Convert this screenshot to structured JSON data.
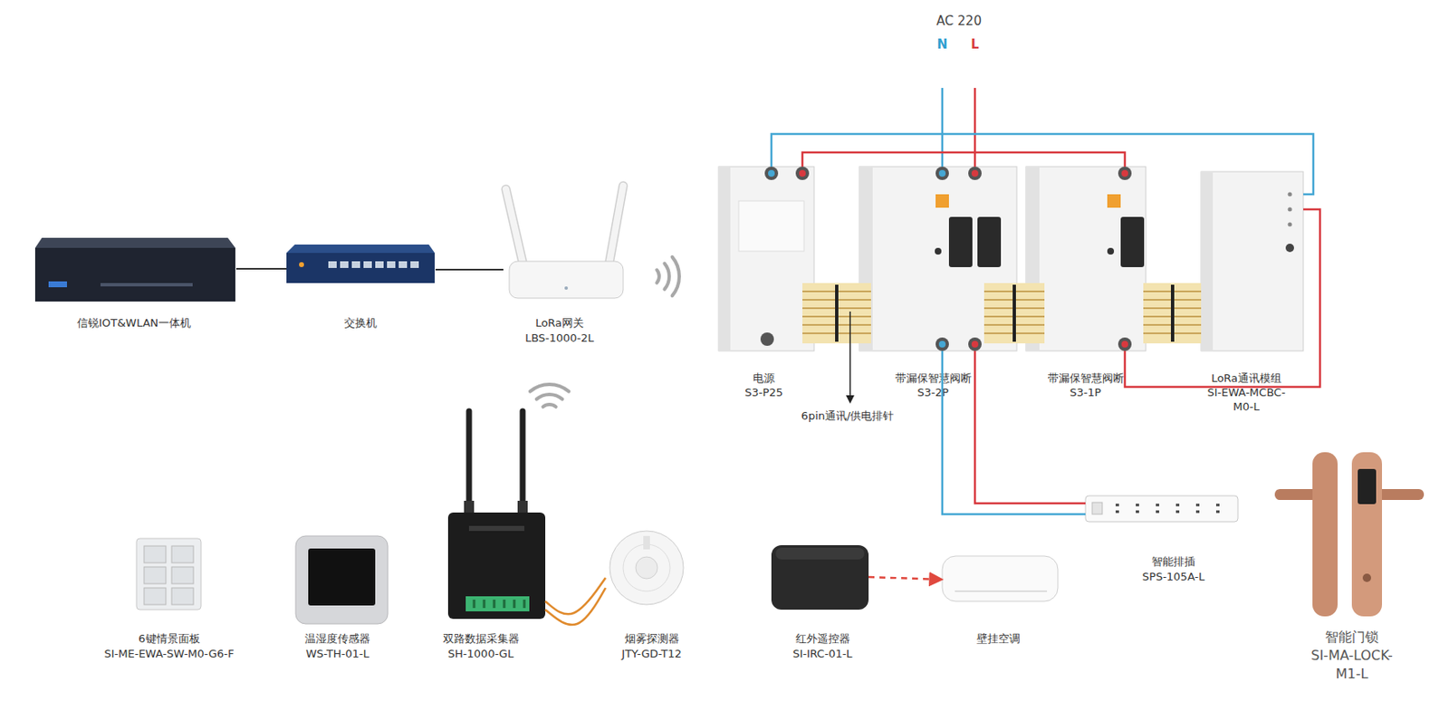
{
  "diagram": {
    "nodes": [
      {
        "text": [
          "信锐IOT&WLAN一体机"
        ]
      },
      {
        "text": [
          "交换机"
        ]
      },
      {
        "text": [
          "LoRa网关",
          "LBS-1000-2L"
        ]
      },
      {
        "text": [
          "电源",
          "S3-P25"
        ]
      },
      {
        "text": [
          "带漏保智慧阀断",
          "S3-2P"
        ]
      },
      {
        "text": [
          "带漏保智慧阀断",
          "S3-1P"
        ]
      },
      {
        "text": [
          "LoRa通讯模组",
          "SI-EWA-MCBC- M0-L"
        ]
      },
      {
        "text": [
          "6键情景面板",
          "SI-ME-EWA-SW-M0-G6-F"
        ]
      },
      {
        "text": [
          "温湿度传感器",
          "WS-TH-01-L"
        ]
      },
      {
        "text": [
          "双路数据采集器",
          "SH-1000-GL"
        ]
      },
      {
        "text": [
          "烟雾探测器",
          "JTY-GD-T12"
        ]
      },
      {
        "text": [
          "红外遥控器",
          "SI-IRC-01-L"
        ]
      },
      {
        "text": [
          "壁挂空调"
        ]
      },
      {
        "text": [
          "智能排插",
          "SPS-105A-L"
        ]
      },
      {
        "text": [
          "智能门锁",
          "SI-MA-LOCK- M1-L"
        ]
      }
    ],
    "edges": [
      {
        "from": 0,
        "to": 1,
        "arrow": "none"
      },
      {
        "from": 1,
        "to": 2,
        "arrow": "none"
      },
      {
        "from": 3,
        "to": 5,
        "arrow": "none"
      },
      {
        "from": 3,
        "to": 6,
        "arrow": "none"
      },
      {
        "from": 4,
        "to": 13,
        "arrow": "none"
      },
      {
        "from": 4,
        "to": 13,
        "arrow": "none"
      },
      {
        "from": 5,
        "to": 6,
        "arrow": "none"
      },
      {
        "from": 9,
        "to": 10,
        "arrow": "none"
      },
      {
        "from": 9,
        "to": 10,
        "arrow": "none"
      },
      {
        "from": 11,
        "to": 12,
        "arrow": "to"
      }
    ],
    "labels": [
      "AC 220",
      "N",
      "L",
      "6pin通讯/供电排针"
    ]
  }
}
